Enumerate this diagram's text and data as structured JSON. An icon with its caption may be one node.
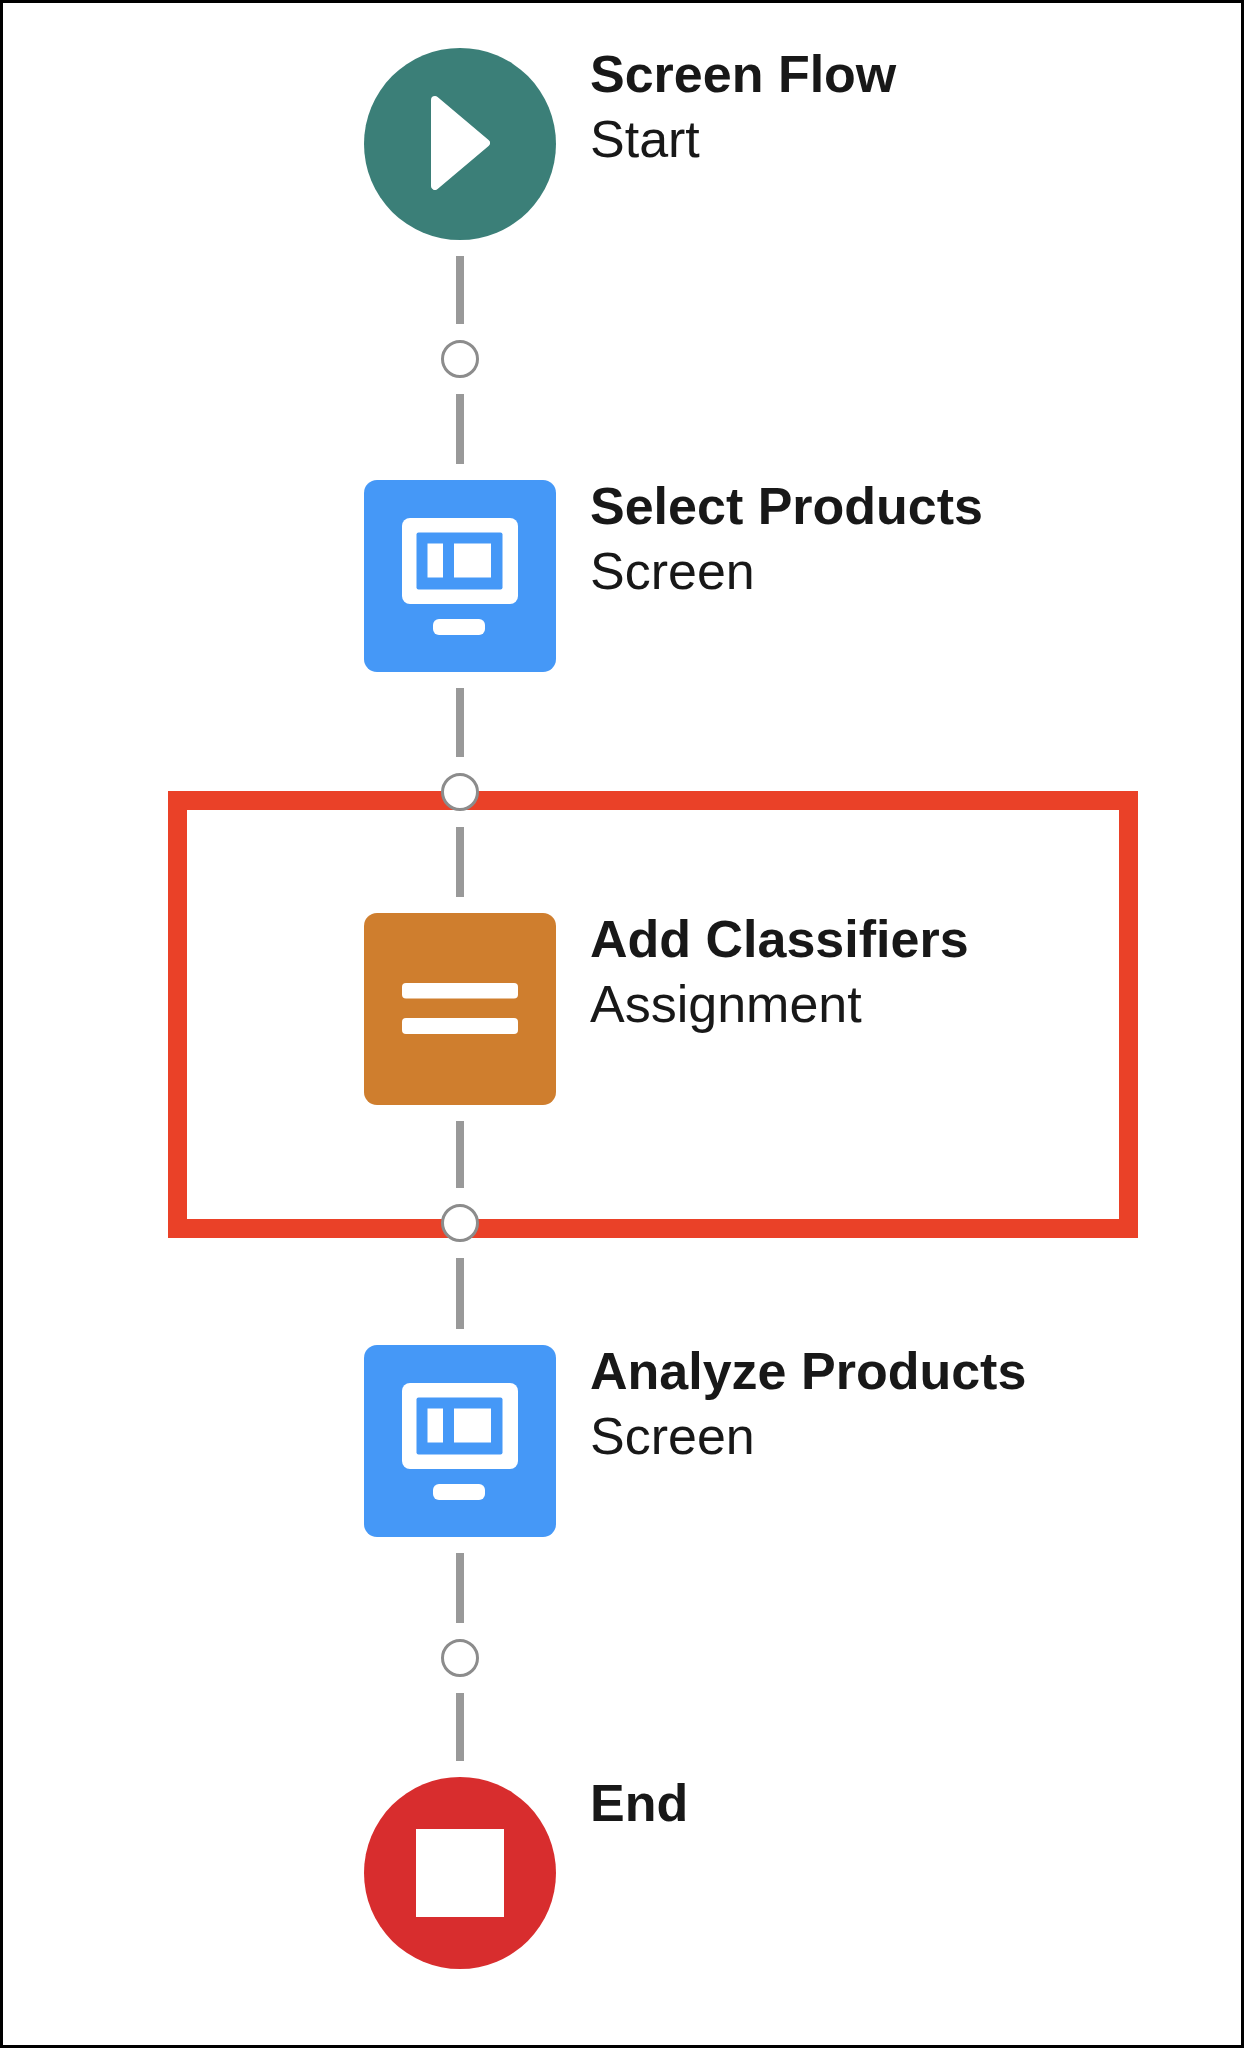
{
  "diagram": {
    "nodes": [
      {
        "text": [
          "Screen Flow",
          "Start"
        ]
      },
      {
        "text": [],
        "shape": "circle"
      },
      {
        "text": [
          "Select Products",
          "Screen"
        ]
      },
      {
        "text": [],
        "shape": "circle"
      },
      {
        "text": [],
        "shape": "box"
      },
      {
        "text": [
          "Add Classifiers",
          "Assignment"
        ],
        "in": 4
      },
      {
        "text": [],
        "shape": "circle"
      },
      {
        "text": [
          "Analyze Products",
          "Screen"
        ]
      },
      {
        "text": [],
        "shape": "circle"
      },
      {
        "text": [
          "End"
        ]
      }
    ],
    "edges": [
      {
        "from": 0,
        "to": 1,
        "arrow": "none"
      },
      {
        "from": 1,
        "to": 2,
        "arrow": "none"
      },
      {
        "from": 2,
        "to": 3,
        "arrow": "none"
      },
      {
        "from": 3,
        "to": 5,
        "arrow": "none"
      },
      {
        "from": 5,
        "to": 6,
        "arrow": "none"
      },
      {
        "from": 6,
        "to": 7,
        "arrow": "none"
      },
      {
        "from": 7,
        "to": 8,
        "arrow": "none"
      },
      {
        "from": 8,
        "to": 9,
        "arrow": "none"
      }
    ]
  }
}
